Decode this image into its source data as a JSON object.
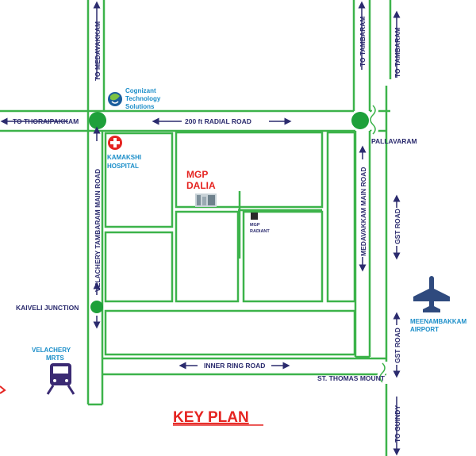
{
  "map": {
    "directions": {
      "to_medavakkam": "TO MEDAVAKKAM",
      "to_tambaram_1": "TO TAMBARAM",
      "to_tambaram_2": "TO TAMBARAM",
      "to_thoraipakkam": "TO THORAIPAKKAM",
      "to_guindy": "TO GUINDY"
    },
    "roads": {
      "radial_road": "200 ft RADIAL ROAD",
      "velachery_tambaram": "VELACHERY TAMBARAM MAIN ROAD",
      "medavakkam_main": "MEDAVAKKAM MAIN ROAD",
      "gst_road_1": "GST ROAD",
      "gst_road_2": "GST ROAD",
      "inner_ring_road": "INNER RING ROAD"
    },
    "places": {
      "cognizant_1": "Cognizant",
      "cognizant_2": "Technology",
      "cognizant_3": "Solutions",
      "kamakshi_1": "KAMAKSHI",
      "kamakshi_2": "HOSPITAL",
      "mgp_dalia_1": "MGP",
      "mgp_dalia_2": "DALIA",
      "mgp_radiant_1": "MGP",
      "mgp_radiant_2": "RADIANT",
      "pallavaram": "PALLAVARAM",
      "kaiveli_junction": "KAIVELI JUNCTION",
      "velachery_mrts_1": "VELACHERY",
      "velachery_mrts_2": "MRTS",
      "meenambakkam_1": "MEENAMBAKKAM",
      "meenambakkam_2": "AIRPORT",
      "st_thomas_mount": "ST. THOMAS MOUNT"
    },
    "title": "KEY PLAN",
    "colors": {
      "road": "#3cb34a",
      "junction": "#1ea03a",
      "text": "#2b2b6e",
      "accent_red": "#e52421",
      "place_blue": "#1b8ec9"
    },
    "icons": [
      "arrow-up-icon",
      "arrow-down-icon",
      "arrow-left-icon",
      "arrow-right-icon",
      "hospital-icon",
      "cognizant-logo-icon",
      "airplane-icon",
      "train-icon",
      "building-icon"
    ]
  }
}
